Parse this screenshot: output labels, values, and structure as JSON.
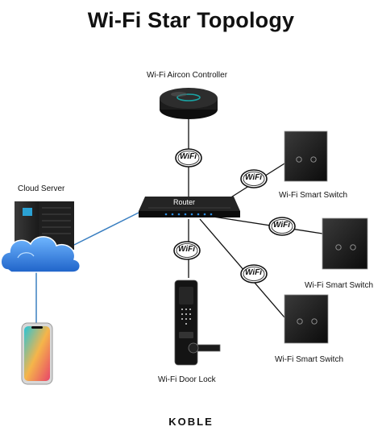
{
  "title": "Wi-Fi Star Topology",
  "brand": "KOBLE",
  "nodes": {
    "aircon": "Wi-Fi Aircon Controller",
    "cloud": "Cloud Server",
    "router": "Router",
    "switch1": "Wi-Fi Smart Switch",
    "switch2": "Wi-Fi Smart Switch",
    "switch3": "Wi-Fi Smart Switch",
    "doorlock": "Wi-Fi Door Lock"
  },
  "wifi_badge": "WiFi",
  "colors": {
    "cloud_link": "#3a7fc1",
    "router_leds": "#2d8ce0",
    "cloud_fill": "#2b7de9",
    "device_dark": "#151515"
  }
}
